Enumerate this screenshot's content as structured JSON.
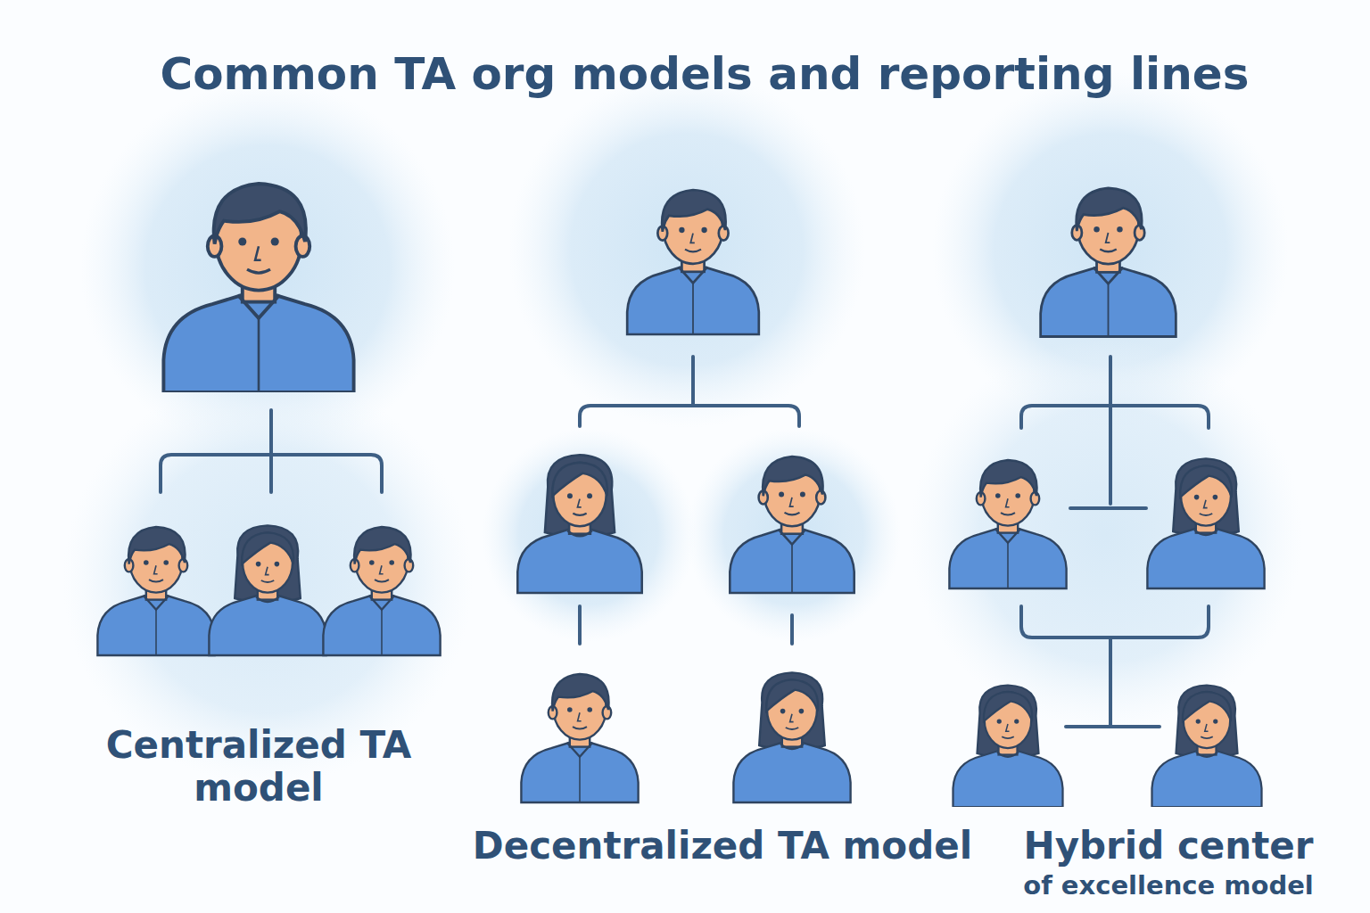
{
  "diagram": {
    "title": "Common TA org models and reporting lines",
    "labels": [
      "Centralized TA model",
      "Decentralized TA model",
      "Hybrid center",
      "of excellence model"
    ]
  }
}
